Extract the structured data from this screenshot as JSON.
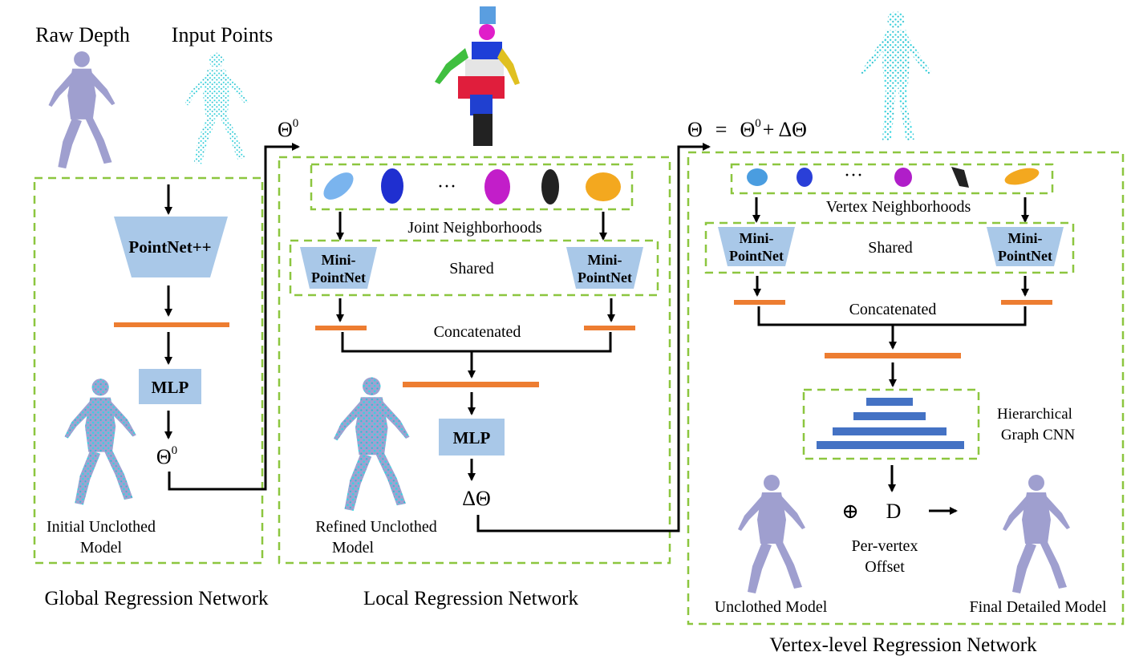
{
  "top_labels": {
    "raw_depth": "Raw Depth",
    "input_points": "Input Points"
  },
  "global": {
    "pointnet": "PointNet++",
    "mlp": "MLP",
    "theta0": "Θ",
    "theta0_sup": "0",
    "model_label_l1": "Initial Unclothed",
    "model_label_l2": "Model",
    "title": "Global Regression Network"
  },
  "local": {
    "theta0_in": "Θ",
    "theta0_in_sup": "0",
    "ellipsis": "···",
    "neighborhoods": "Joint Neighborhoods",
    "mini_l1": "Mini-",
    "mini_l2": "PointNet",
    "shared": "Shared",
    "concatenated": "Concatenated",
    "mlp": "MLP",
    "delta_theta": "ΔΘ",
    "model_label_l1": "Refined Unclothed",
    "model_label_l2": "Model",
    "title": "Local Regression Network"
  },
  "vertex": {
    "equation_theta": "Θ",
    "equation_eq": "=",
    "equation_theta0": "Θ",
    "equation_sup": "0",
    "equation_rest": "+ ΔΘ",
    "ellipsis": "···",
    "neighborhoods": "Vertex Neighborhoods",
    "mini_l1": "Mini-",
    "mini_l2": "PointNet",
    "shared": "Shared",
    "concatenated": "Concatenated",
    "graph_cnn_l1": "Hierarchical",
    "graph_cnn_l2": "Graph CNN",
    "oplus": "⊕",
    "d": "D",
    "offset_l1": "Per-vertex",
    "offset_l2": "Offset",
    "unclothed": "Unclothed Model",
    "final": "Final Detailed Model",
    "title": "Vertex-level Regression Network"
  },
  "colors": {
    "dashed_border": "#8cc63f",
    "block_fill": "#a9c8e8",
    "feature_bar": "#ed7d31",
    "cnn_bar": "#4472c4",
    "cyan_points": "#33d6e0",
    "body_gray": "#9f9fcf"
  }
}
